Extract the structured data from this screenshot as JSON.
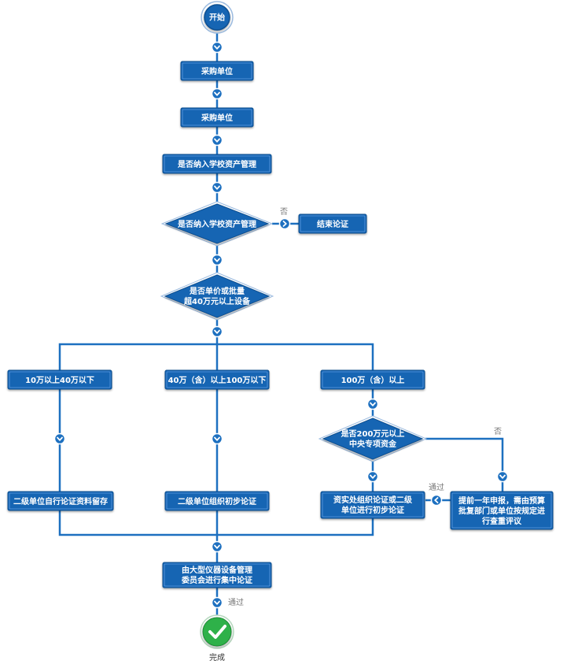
{
  "diagram": {
    "start": "开始",
    "step1": "采购单位",
    "step2": "采购单位",
    "step3": "是否纳入学校资产管理",
    "decision1": "是否纳入学校资产管理",
    "no_label_1": "否",
    "end_cert": "结束论证",
    "decision2_line1": "是否单价或批量",
    "decision2_line2": "超40万元以上设备",
    "branch_a": "10万以上40万以下",
    "branch_b": "40万（含）以上100万以下",
    "branch_c": "100万（含）以上",
    "decision3_line1": "是否200万元以上",
    "decision3_line2": "中央专项资金",
    "no_label_2": "否",
    "pass_label_1": "通过",
    "action_a": "二级单位自行论证资料留存",
    "action_b": "二级单位组织初步论证",
    "action_c_line1": "资实处组织论证或二级",
    "action_c_line2": "单位进行初步论证",
    "action_d_line1": "提前一年申报，需由预算",
    "action_d_line2": "批复部门或单位按规定进",
    "action_d_line3": "行查重评议",
    "central_line1": "由大型仪器设备管理",
    "central_line2": "委员会进行集中论证",
    "pass_label_2": "通过",
    "done": "完成"
  },
  "colors": {
    "box_fill": "#1565b3",
    "box_border": "#0d4f91",
    "line": "#1d70c0",
    "connector": "#1d70c0",
    "done_fill": "#2fb149"
  },
  "icons": {
    "connector": "chevron-down-icon",
    "connector_right": "chevron-right-icon",
    "connector_left": "chevron-left-icon",
    "done": "check-icon"
  }
}
